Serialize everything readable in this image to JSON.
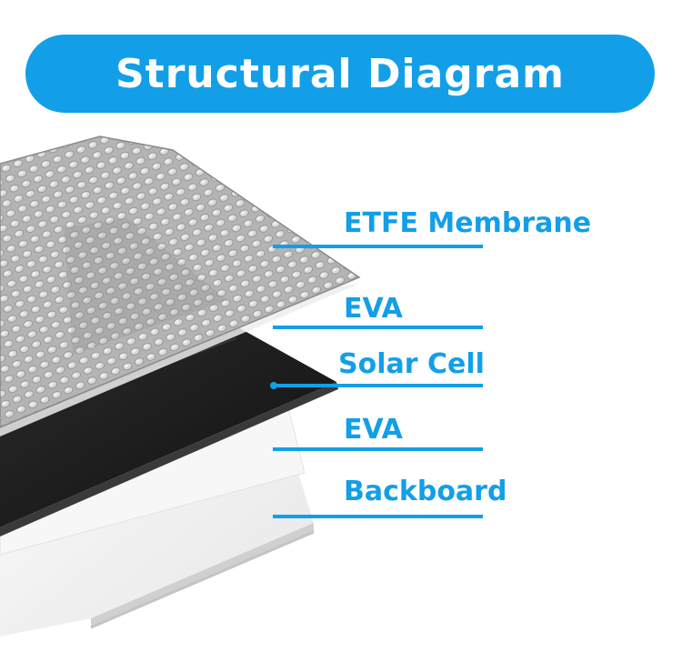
{
  "title": "Structural Diagram",
  "layers": [
    {
      "label": "ETFE Membrane"
    },
    {
      "label": "EVA"
    },
    {
      "label": "Solar Cell"
    },
    {
      "label": "EVA"
    },
    {
      "label": "Backboard"
    }
  ],
  "colors": {
    "accent": "#129fe8",
    "title_text": "#ffffff",
    "cell": "#1e1e1e",
    "membrane": "#b9b9b9",
    "backboard": "#f2f2f2"
  }
}
